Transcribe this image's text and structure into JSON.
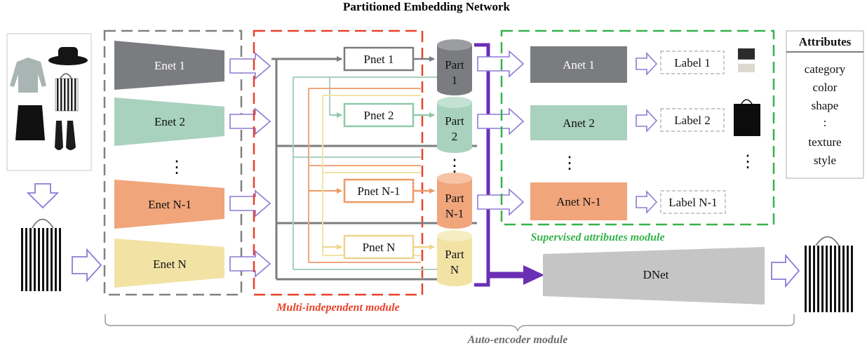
{
  "title": "Partitioned Embedding Network",
  "enets": [
    "Enet 1",
    "Enet 2",
    "Enet N-1",
    "Enet N"
  ],
  "pnets": [
    "Pnet 1",
    "Pnet 2",
    "Pnet N-1",
    "Pnet N"
  ],
  "parts": [
    {
      "line1": "Part",
      "line2": "1"
    },
    {
      "line1": "Part",
      "line2": "2"
    },
    {
      "line1": "Part",
      "line2": "N-1"
    },
    {
      "line1": "Part",
      "line2": "N"
    }
  ],
  "anets": [
    "Anet 1",
    "Anet 2",
    "Anet N-1"
  ],
  "labels": [
    "Label 1",
    "Label 2",
    "Label N-1"
  ],
  "dnet": "DNet",
  "ellipsis": "⋮",
  "attributes": {
    "heading": "Attributes",
    "items": [
      "category",
      "color",
      "shape",
      ":",
      "texture",
      "style"
    ]
  },
  "modules": {
    "multi_independent": "Multi-independent module",
    "supervised": "Supervised attributes module",
    "auto_encoder": "Auto-encoder module"
  },
  "colors": {
    "branch1": "#7b7c80",
    "branch2": "#a8d1be",
    "branch3": "#f1a57b",
    "branch4": "#f2e3a5",
    "pnet1_border": "#7b7c80",
    "pnet2_border": "#8fc9aa",
    "pnet3_border": "#ee9a65",
    "pnet4_border": "#eed58a",
    "multi_module": "#e8412a",
    "supervised_module": "#35b34a",
    "dashed_box": "#808080",
    "arrow_outline": "#8e7ad6",
    "main_arrow": "#6a2fb4",
    "dnet": "#c5c5c5"
  }
}
